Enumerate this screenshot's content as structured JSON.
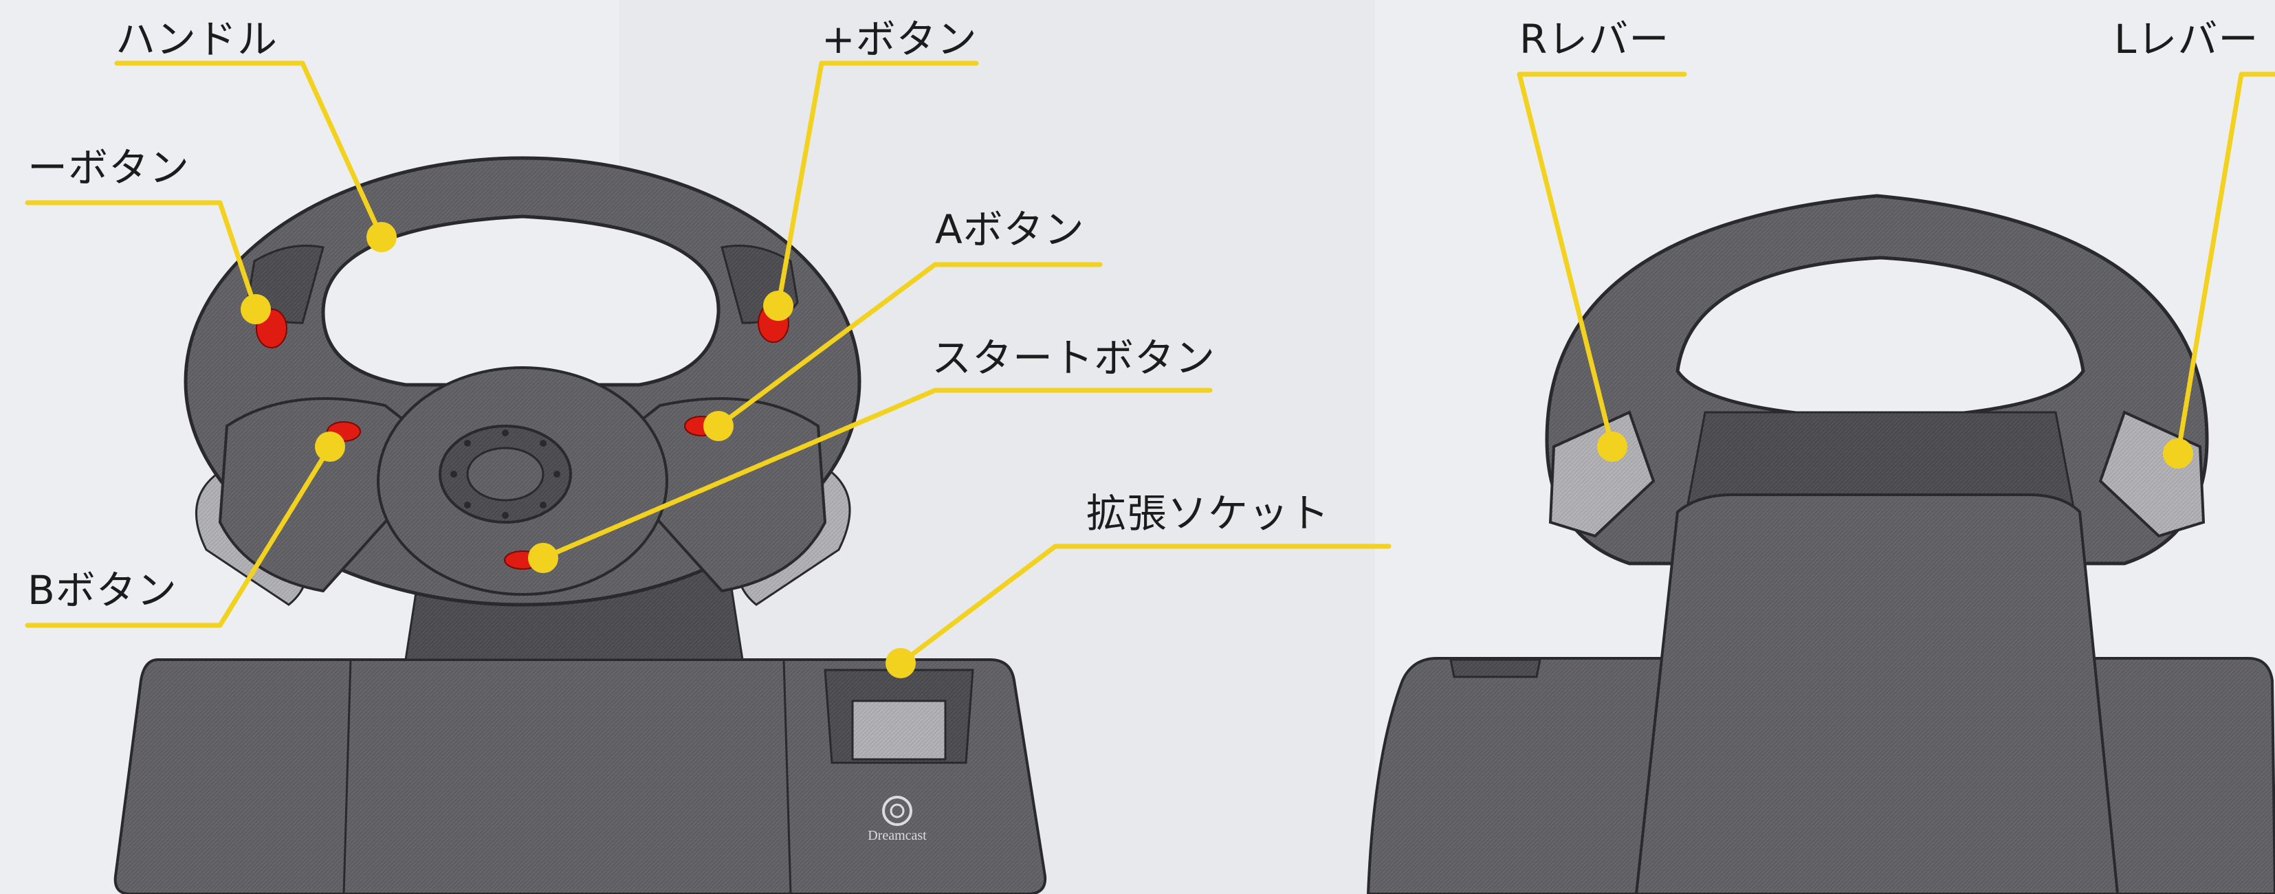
{
  "colors": {
    "leader": "#f2d21e",
    "highlight": "#e01b12",
    "body": "#5f5f63",
    "body_dark": "#4a4a4e",
    "outline": "#2a2a2c",
    "paper": "#eceef1"
  },
  "callouts": {
    "handle": "ハンドル",
    "plus": "+ボタン",
    "minus": "ーボタン",
    "a": "Aボタン",
    "start": "スタートボタン",
    "b": "Bボタン",
    "socket": "拡張ソケット",
    "r_lever": "Rレバー",
    "l_lever": "Lレバー"
  },
  "brand_logo": "Dreamcast",
  "icons": {
    "logo": "dreamcast-swirl-icon"
  }
}
